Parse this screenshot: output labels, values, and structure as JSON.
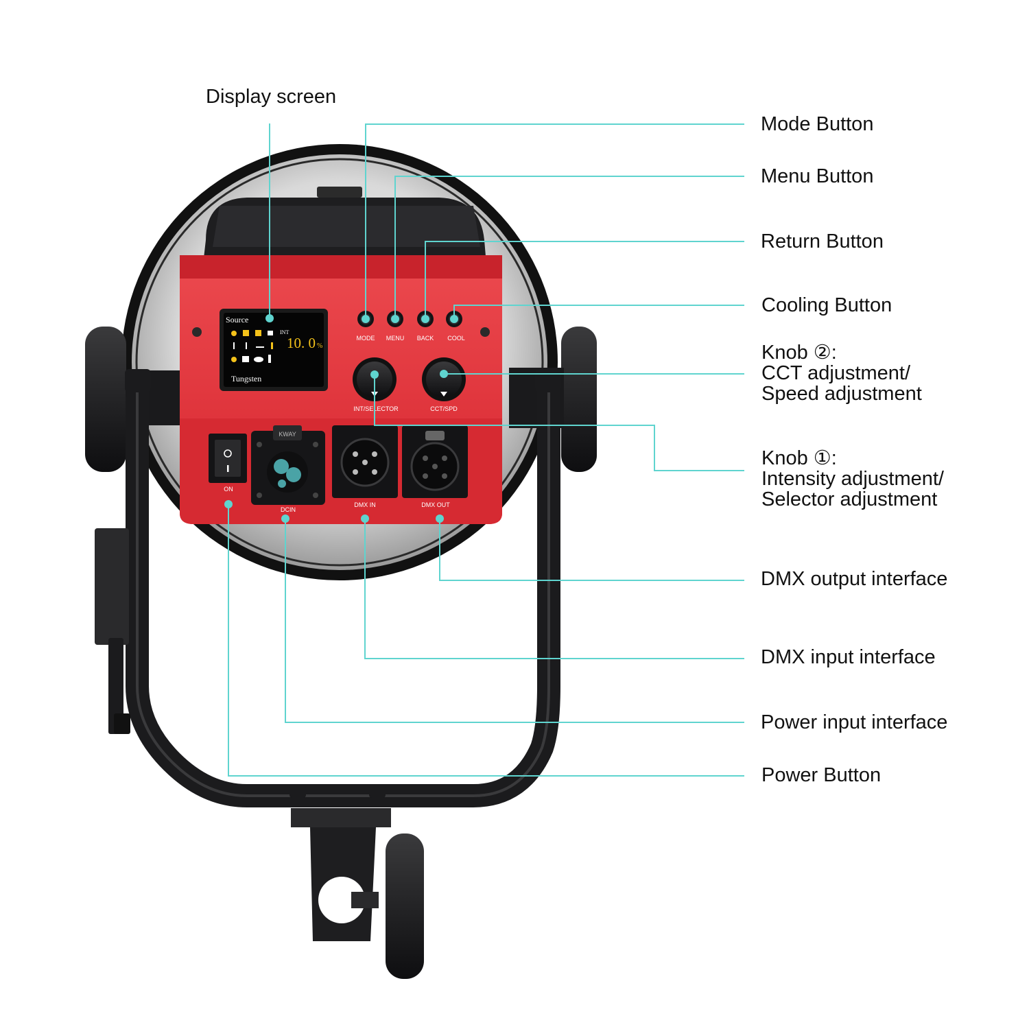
{
  "colors": {
    "leader_line": "#5fd4cf",
    "panel_red": "#e3323a",
    "panel_red_dark": "#b8222b",
    "housing_black": "#1c1c1e",
    "screen_value": "#f4c21a"
  },
  "callouts": {
    "display_screen": "Display screen",
    "mode_button": "Mode Button",
    "menu_button": "Menu Button",
    "return_button": "Return Button",
    "cooling_button": "Cooling Button",
    "knob2": [
      "Knob ②:",
      "CCT adjustment/",
      "Speed adjustment"
    ],
    "knob1": [
      "Knob ①:",
      "Intensity adjustment/",
      "Selector adjustment"
    ],
    "dmx_output": "DMX output interface",
    "dmx_input": "DMX input interface",
    "power_input": "Power input interface",
    "power_button": "Power Button"
  },
  "panel": {
    "button_labels": [
      "MODE",
      "MENU",
      "BACK",
      "COOL"
    ],
    "knob_labels": [
      "INT/SELECTOR",
      "CCT/SPD"
    ],
    "port_labels": [
      "ON",
      "DCIN",
      "DMX IN",
      "DMX OUT"
    ],
    "connector_brand": "KWAY"
  },
  "screen": {
    "title": "Source",
    "int_label": "INT",
    "value": "10. 0",
    "unit": "%",
    "source_name": "Tungsten"
  }
}
